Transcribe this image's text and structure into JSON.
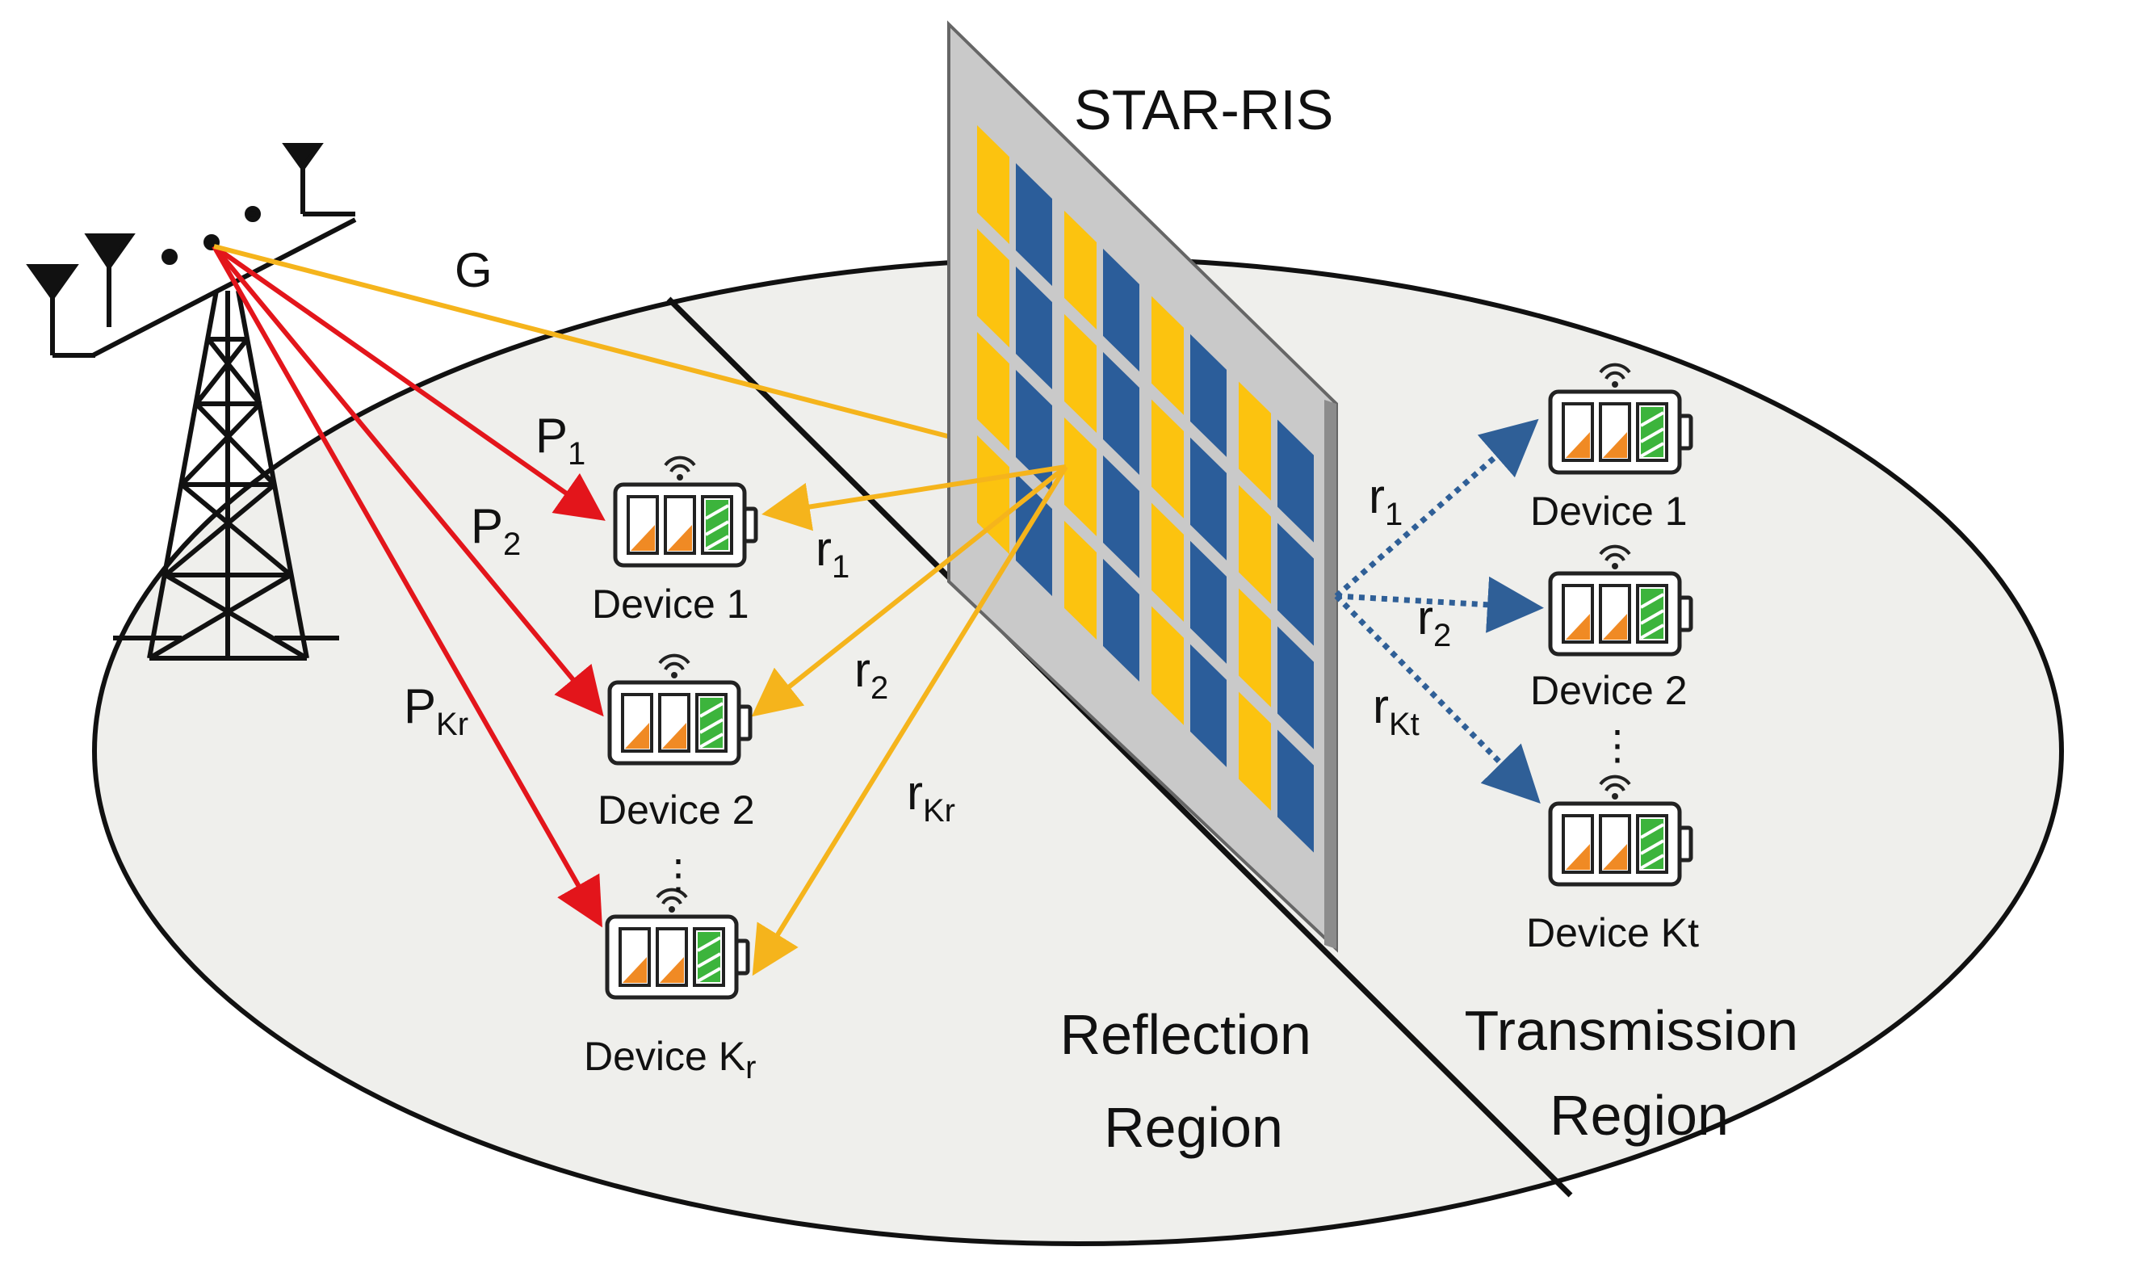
{
  "title": "STAR-RIS",
  "channel_bs_ris": "G",
  "regions": {
    "reflection": [
      "Reflection",
      "Region"
    ],
    "transmission": [
      "Transmission",
      "Region"
    ]
  },
  "reflection_devices": [
    {
      "label": "Device 1",
      "direct_link": "P",
      "direct_sub": "1",
      "ris_link": "r",
      "ris_sub": "1"
    },
    {
      "label": "Device 2",
      "direct_link": "P",
      "direct_sub": "2",
      "ris_link": "r",
      "ris_sub": "2"
    },
    {
      "label": "Device K",
      "label_sub": "r",
      "direct_link": "P",
      "direct_sub": "Kr",
      "ris_link": "r",
      "ris_sub": "Kr"
    }
  ],
  "transmission_devices": [
    {
      "label": "Device 1",
      "ris_link": "r",
      "ris_sub": "1"
    },
    {
      "label": "Device 2",
      "ris_link": "r",
      "ris_sub": "2"
    },
    {
      "label": "Device Kt",
      "ris_link": "r",
      "ris_sub": "Kt"
    }
  ],
  "ellipsis": "⋮",
  "colors": {
    "direct_link": "#e3151b",
    "ris_reflect_link": "#f5b41c",
    "ris_transmit_link": "#2f5f97",
    "ris_element_yellow": "#fcc30f",
    "ris_element_blue": "#2b5d9a",
    "ris_panel": "#c9c9c9",
    "ground": "#efefec",
    "battery_orange": "#f08a24",
    "battery_green": "#3cb43c"
  },
  "icons": [
    "base-station-tower-icon",
    "antenna-array-icon",
    "battery-device-icon",
    "wifi-icon"
  ]
}
